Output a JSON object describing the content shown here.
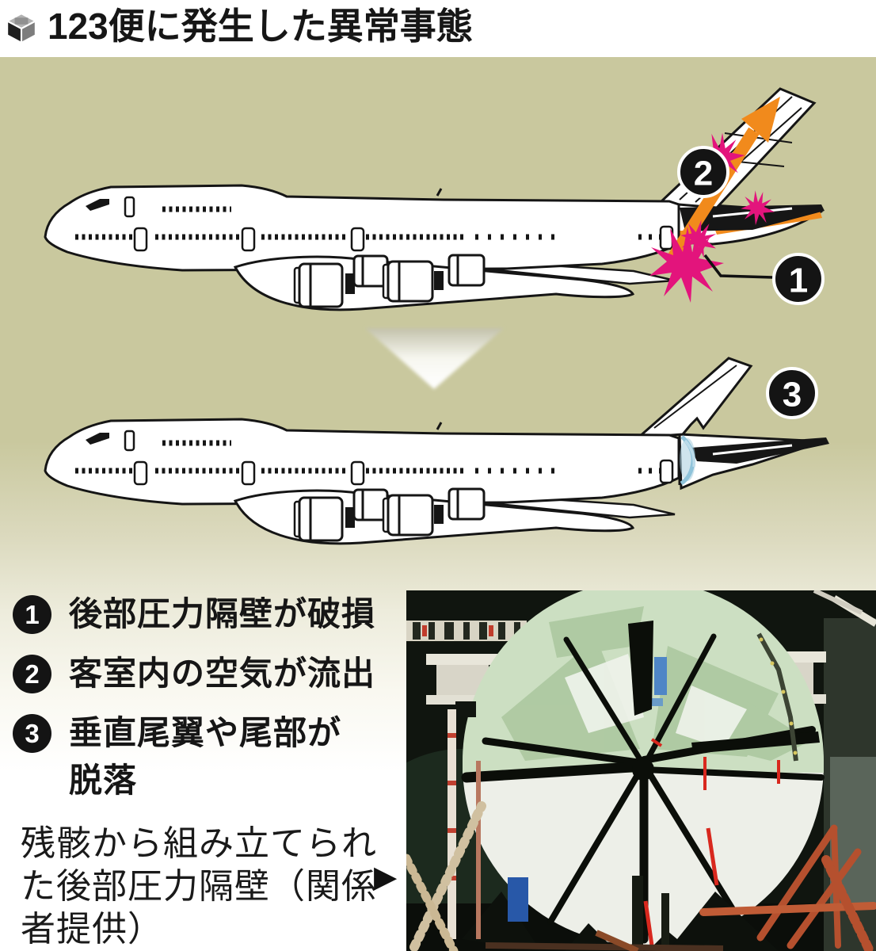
{
  "title": {
    "icon": "cube-icon",
    "text": "123便に発生した異常事態"
  },
  "diagram": {
    "callout_1": "1",
    "callout_2": "2",
    "callout_3": "3"
  },
  "legend": {
    "items": [
      {
        "number": "1",
        "lines": [
          "後部圧力隔壁が破損",
          ""
        ]
      },
      {
        "number": "2",
        "lines": [
          "客室内の空気が流出",
          ""
        ]
      },
      {
        "number": "3",
        "lines": [
          "垂直尾翼や尾部が",
          "脱落"
        ]
      }
    ]
  },
  "caption": {
    "lines": [
      "残骸から組み立てられ",
      "た後部圧力隔壁（関係",
      "者提供）"
    ],
    "pointer": "▶"
  },
  "colors": {
    "background_khaki": "#c9c89e",
    "arrow_orange": "#f18a1c",
    "burst_magenta": "#e3147c",
    "callout_black": "#141414",
    "bulkhead_green": "#ccdfc2",
    "scaffold_orange": "#b5502e"
  }
}
